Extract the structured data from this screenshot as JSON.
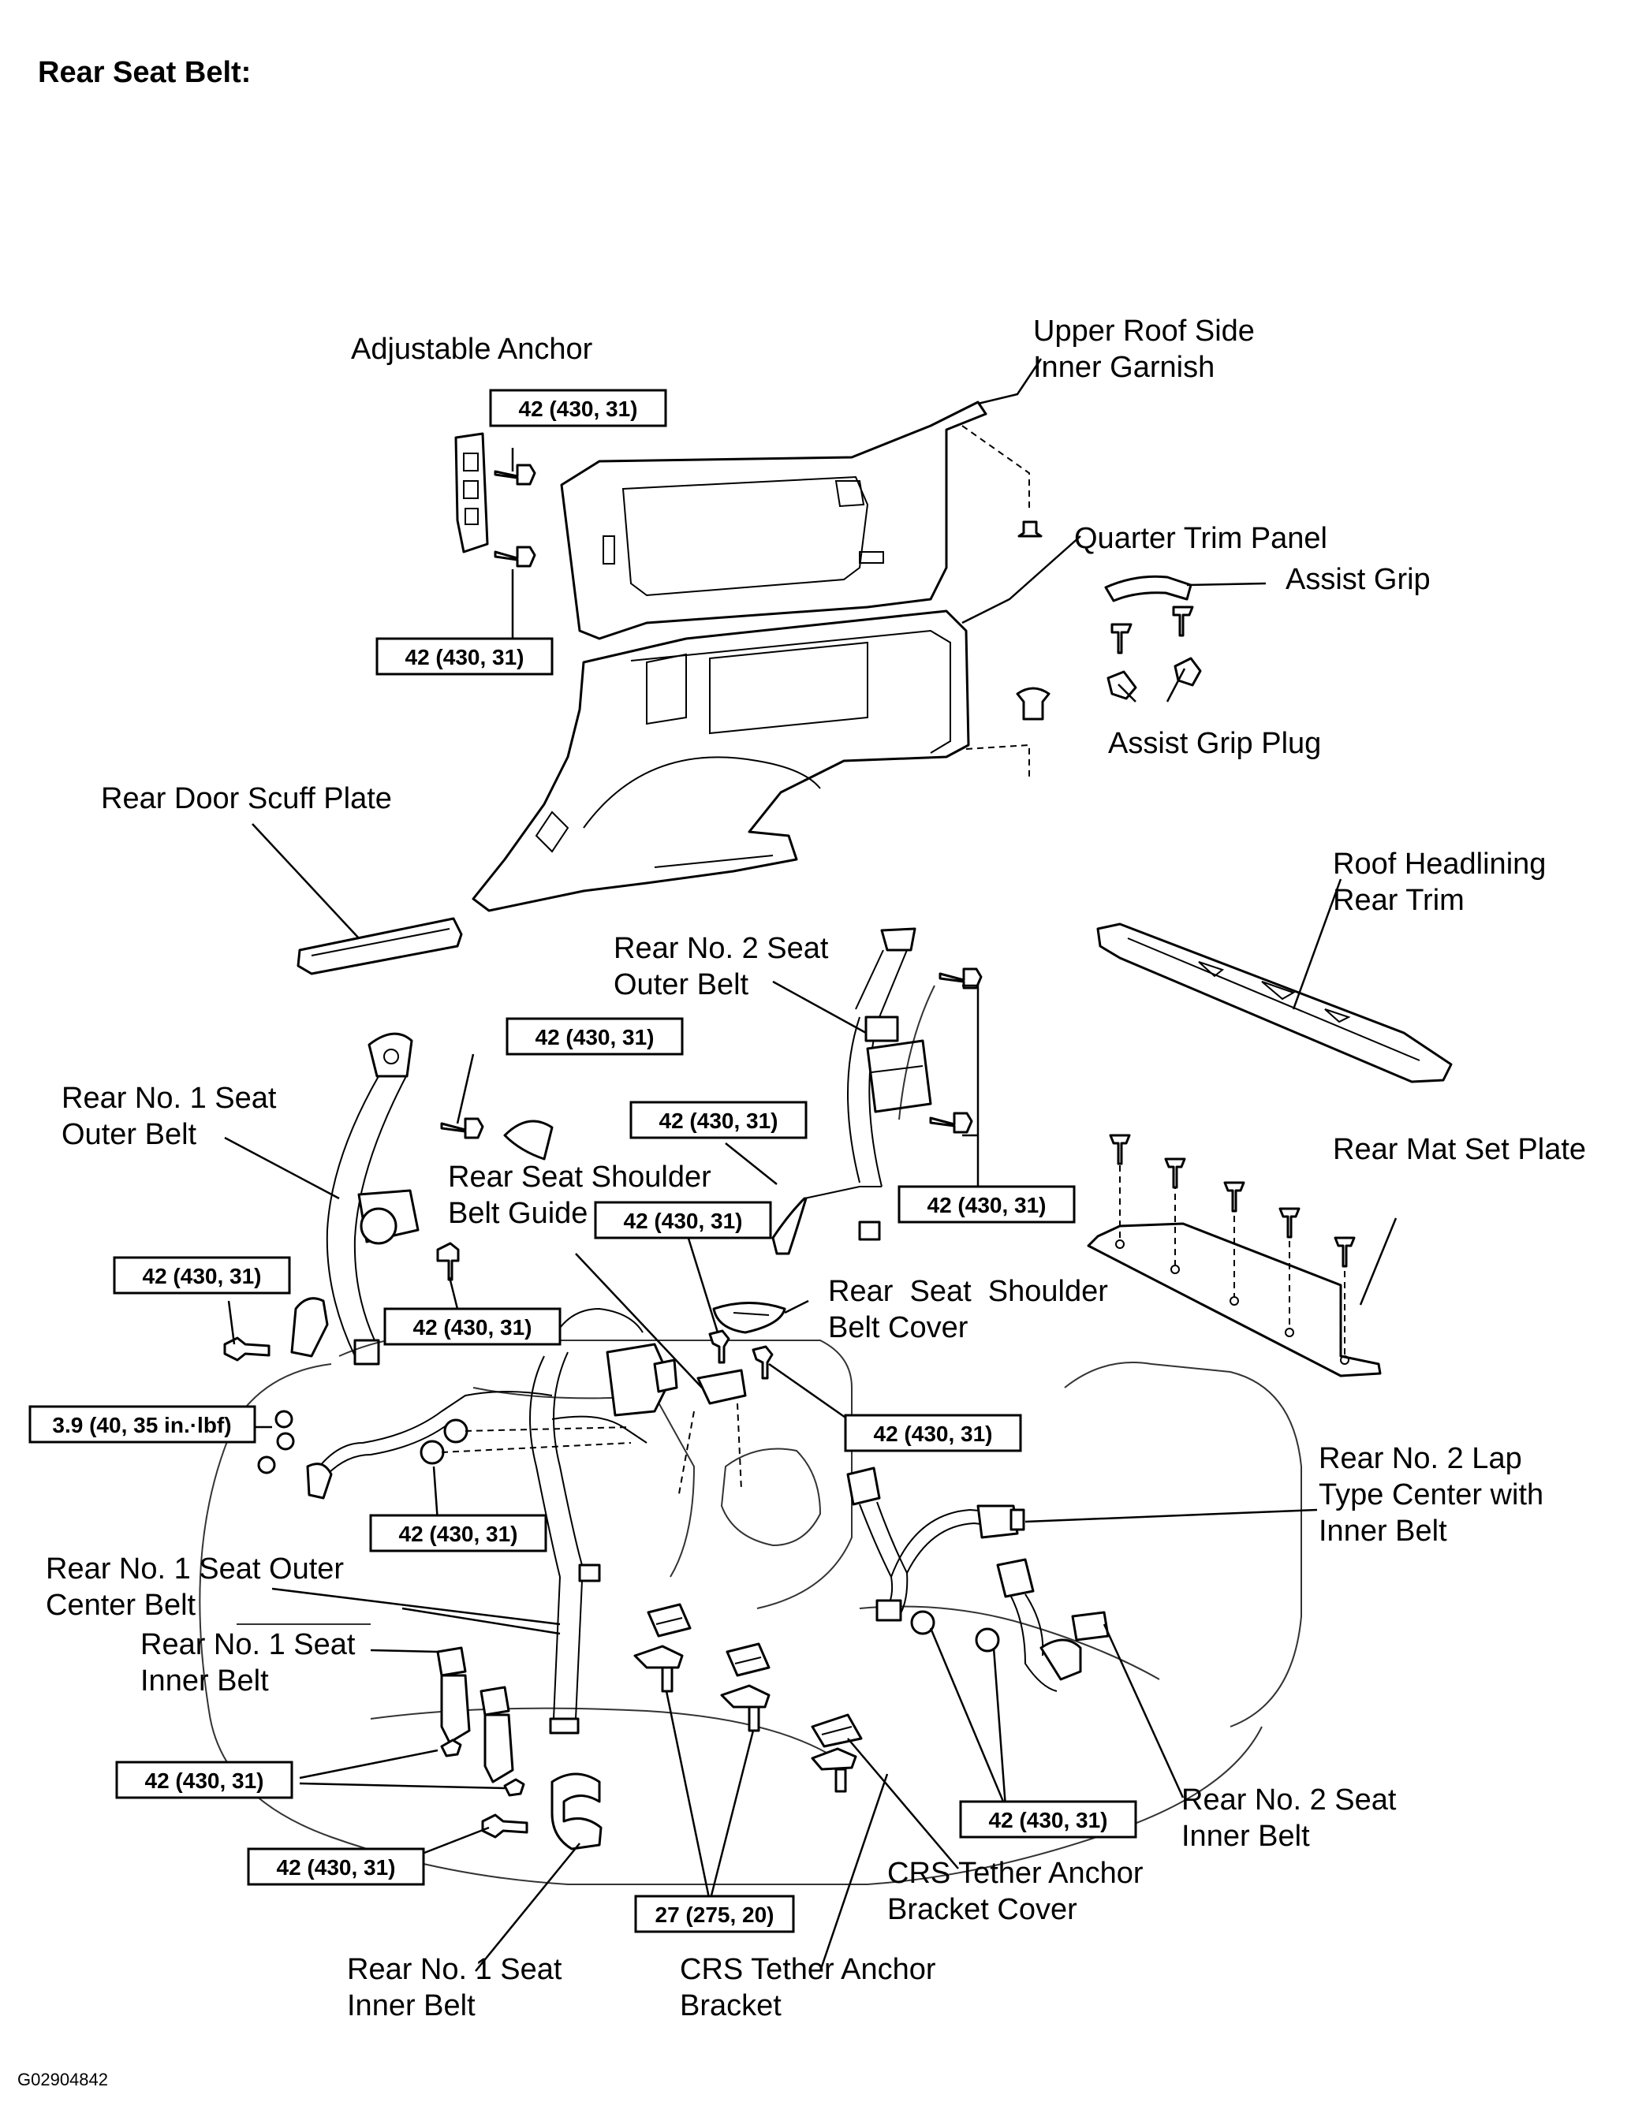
{
  "title": "Rear Seat Belt:",
  "figure_id": "G02904842",
  "labels": {
    "adjustable_anchor": [
      "Adjustable Anchor"
    ],
    "upper_roof_side_inner_garnish": [
      "Upper Roof Side",
      "Inner Garnish"
    ],
    "quarter_trim_panel": [
      "Quarter Trim Panel"
    ],
    "assist_grip": [
      "Assist Grip"
    ],
    "assist_grip_plug": [
      "Assist Grip Plug"
    ],
    "rear_door_scuff_plate": [
      "Rear Door Scuff Plate"
    ],
    "roof_headlining_rear_trim": [
      "Roof Headlining",
      "Rear Trim"
    ],
    "rear_no2_seat_outer_belt": [
      "Rear No. 2 Seat",
      "Outer Belt"
    ],
    "rear_no1_seat_outer_belt": [
      "Rear No. 1 Seat",
      "Outer Belt"
    ],
    "rear_mat_set_plate": [
      "Rear Mat Set Plate"
    ],
    "rear_seat_shoulder_belt_guide": [
      "Rear Seat Shoulder",
      "Belt Guide"
    ],
    "rear_seat_shoulder_belt_cover": [
      "Rear  Seat  Shoulder",
      "Belt Cover"
    ],
    "rear_no2_lap_type_center": [
      "Rear No. 2 Lap",
      "Type Center with",
      "Inner Belt"
    ],
    "rear_no1_seat_outer_center_belt": [
      "Rear No. 1 Seat Outer",
      "Center Belt"
    ],
    "rear_no1_seat_inner_belt_upper": [
      "Rear No. 1 Seat",
      "Inner Belt"
    ],
    "rear_no2_seat_inner_belt": [
      "Rear No. 2 Seat",
      "Inner Belt"
    ],
    "crs_tether_anchor_bracket_cover": [
      "CRS Tether Anchor",
      "Bracket Cover"
    ],
    "rear_no1_seat_inner_belt_lower": [
      "Rear No. 1 Seat",
      "Inner Belt"
    ],
    "crs_tether_anchor_bracket": [
      "CRS Tether Anchor",
      "Bracket"
    ]
  },
  "torque": [
    "42 (430, 31)",
    "42 (430, 31)",
    "42 (430, 31)",
    "42 (430, 31)",
    "42 (430, 31)",
    "42 (430, 31)",
    "42 (430, 31)",
    "42 (430, 31)",
    "3.9 (40, 35 in.·lbf)",
    "42 (430, 31)",
    "42 (430, 31)",
    "42 (430, 31)",
    "42 (430, 31)",
    "42 (430, 31)",
    "27 (275, 20)"
  ]
}
